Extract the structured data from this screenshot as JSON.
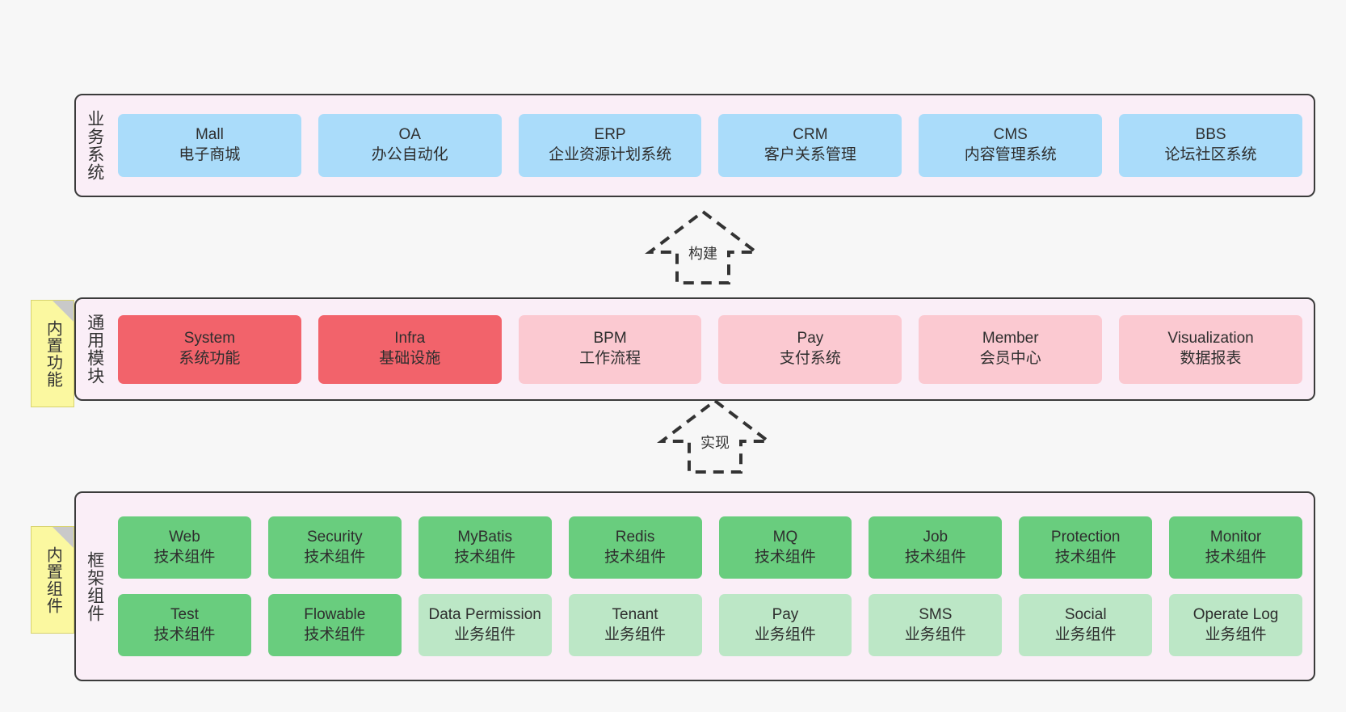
{
  "diagram": {
    "background_color": "#f7f7f7",
    "panel_background": "#faeef7",
    "panel_border": "#3b3b3b"
  },
  "layers": [
    {
      "id": "business-systems",
      "title": "业务系统",
      "rows": [
        [
          {
            "title": "Mall",
            "sub": "电子商城",
            "style": "blue"
          },
          {
            "title": "OA",
            "sub": "办公自动化",
            "style": "blue"
          },
          {
            "title": "ERP",
            "sub": "企业资源计划系统",
            "style": "blue"
          },
          {
            "title": "CRM",
            "sub": "客户关系管理",
            "style": "blue"
          },
          {
            "title": "CMS",
            "sub": "内容管理系统",
            "style": "blue"
          },
          {
            "title": "BBS",
            "sub": "论坛社区系统",
            "style": "blue"
          }
        ]
      ]
    },
    {
      "id": "common-modules",
      "title": "通用模块",
      "rows": [
        [
          {
            "title": "System",
            "sub": "系统功能",
            "style": "red"
          },
          {
            "title": "Infra",
            "sub": "基础设施",
            "style": "red"
          },
          {
            "title": "BPM",
            "sub": "工作流程",
            "style": "pink"
          },
          {
            "title": "Pay",
            "sub": "支付系统",
            "style": "pink"
          },
          {
            "title": "Member",
            "sub": "会员中心",
            "style": "pink"
          },
          {
            "title": "Visualization",
            "sub": "数据报表",
            "style": "pink"
          }
        ]
      ]
    },
    {
      "id": "framework-components",
      "title": "框架组件",
      "rows": [
        [
          {
            "title": "Web",
            "sub": "技术组件",
            "style": "green"
          },
          {
            "title": "Security",
            "sub": "技术组件",
            "style": "green"
          },
          {
            "title": "MyBatis",
            "sub": "技术组件",
            "style": "green"
          },
          {
            "title": "Redis",
            "sub": "技术组件",
            "style": "green"
          },
          {
            "title": "MQ",
            "sub": "技术组件",
            "style": "green"
          },
          {
            "title": "Job",
            "sub": "技术组件",
            "style": "green"
          },
          {
            "title": "Protection",
            "sub": "技术组件",
            "style": "green"
          },
          {
            "title": "Monitor",
            "sub": "技术组件",
            "style": "green"
          }
        ],
        [
          {
            "title": "Test",
            "sub": "技术组件",
            "style": "green"
          },
          {
            "title": "Flowable",
            "sub": "技术组件",
            "style": "green"
          },
          {
            "title": "Data Permission",
            "sub": "业务组件",
            "style": "lightgreen"
          },
          {
            "title": "Tenant",
            "sub": "业务组件",
            "style": "lightgreen"
          },
          {
            "title": "Pay",
            "sub": "业务组件",
            "style": "lightgreen"
          },
          {
            "title": "SMS",
            "sub": "业务组件",
            "style": "lightgreen"
          },
          {
            "title": "Social",
            "sub": "业务组件",
            "style": "lightgreen"
          },
          {
            "title": "Operate Log",
            "sub": "业务组件",
            "style": "lightgreen"
          }
        ]
      ]
    }
  ],
  "stickies": [
    {
      "id": "builtin-features",
      "text": "内置功能"
    },
    {
      "id": "builtin-components",
      "text": "内置组件"
    }
  ],
  "connectors": [
    {
      "id": "build-connector",
      "label": "构建"
    },
    {
      "id": "implement-connector",
      "label": "实现"
    }
  ],
  "colors": {
    "blue": "#aadcfa",
    "red": "#f2636b",
    "pink": "#fbc9d1",
    "green": "#69cd7e",
    "lightgreen": "#bce7c6",
    "sticky": "#fbf8a0",
    "panel": "#faeef7"
  }
}
